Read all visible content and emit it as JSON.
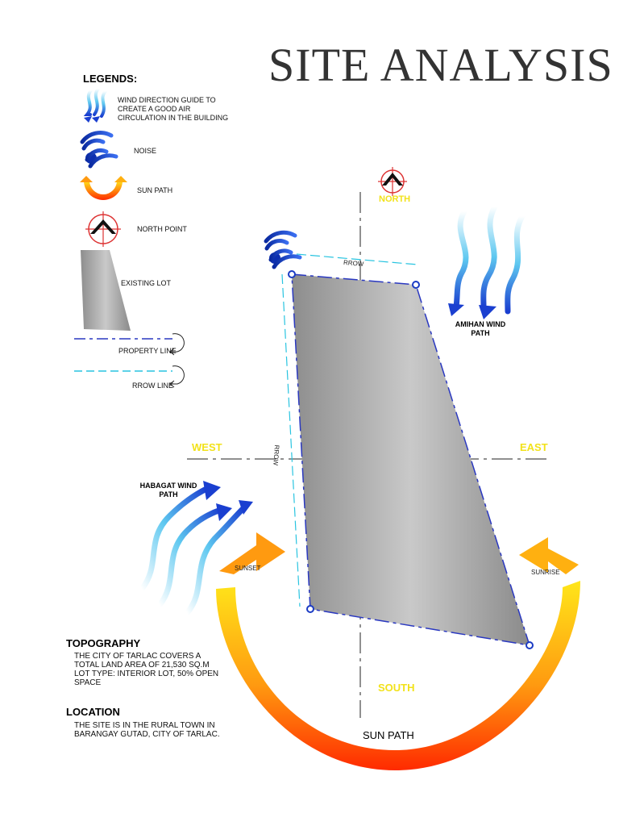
{
  "title": "SITE ANALYSIS",
  "legend": {
    "heading": "LEGENDS:",
    "wind": "WIND DIRECTION GUIDE TO\nCREATE A GOOD AIR\nCIRCULATION IN THE BUILDING",
    "noise": "NOISE",
    "sun_path": "SUN PATH",
    "north_point": "NORTH POINT",
    "existing_lot": "EXISTING LOT",
    "property_line": "PROPERTY LINE",
    "rrow_line": "RROW LINE"
  },
  "compass": {
    "north": "NORTH",
    "south": "SOUTH",
    "east": "EAST",
    "west": "WEST"
  },
  "labels": {
    "rrow_top": "RROW",
    "rrow_side": "RROW",
    "amihan": "AMIHAN WIND\nPATH",
    "habagat": "HABAGAT WIND\nPATH",
    "sunset": "SUNSET",
    "sunrise": "SUNRISE",
    "sun_path": "SUN PATH"
  },
  "topography": {
    "heading": "TOPOGRAPHY",
    "text": "THE CITY OF TARLAC COVERS A TOTAL LAND AREA OF 21,530 SQ.M\nLOT TYPE: INTERIOR LOT, 50% OPEN SPACE"
  },
  "location": {
    "heading": "LOCATION",
    "text": "THE SITE IS IN THE RURAL TOWN IN BARANGAY GUTAD, CITY OF TARLAC."
  },
  "colors": {
    "wind_light": "#5ec8f0",
    "wind_dark": "#1a3fd0",
    "noise": "#1b3bc4",
    "sun_hot": "#ff2a00",
    "sun_warm": "#ffe61a",
    "compass_label": "#f2e21a",
    "property_line": "#2a38c0",
    "rrow_line": "#29c4e0"
  }
}
